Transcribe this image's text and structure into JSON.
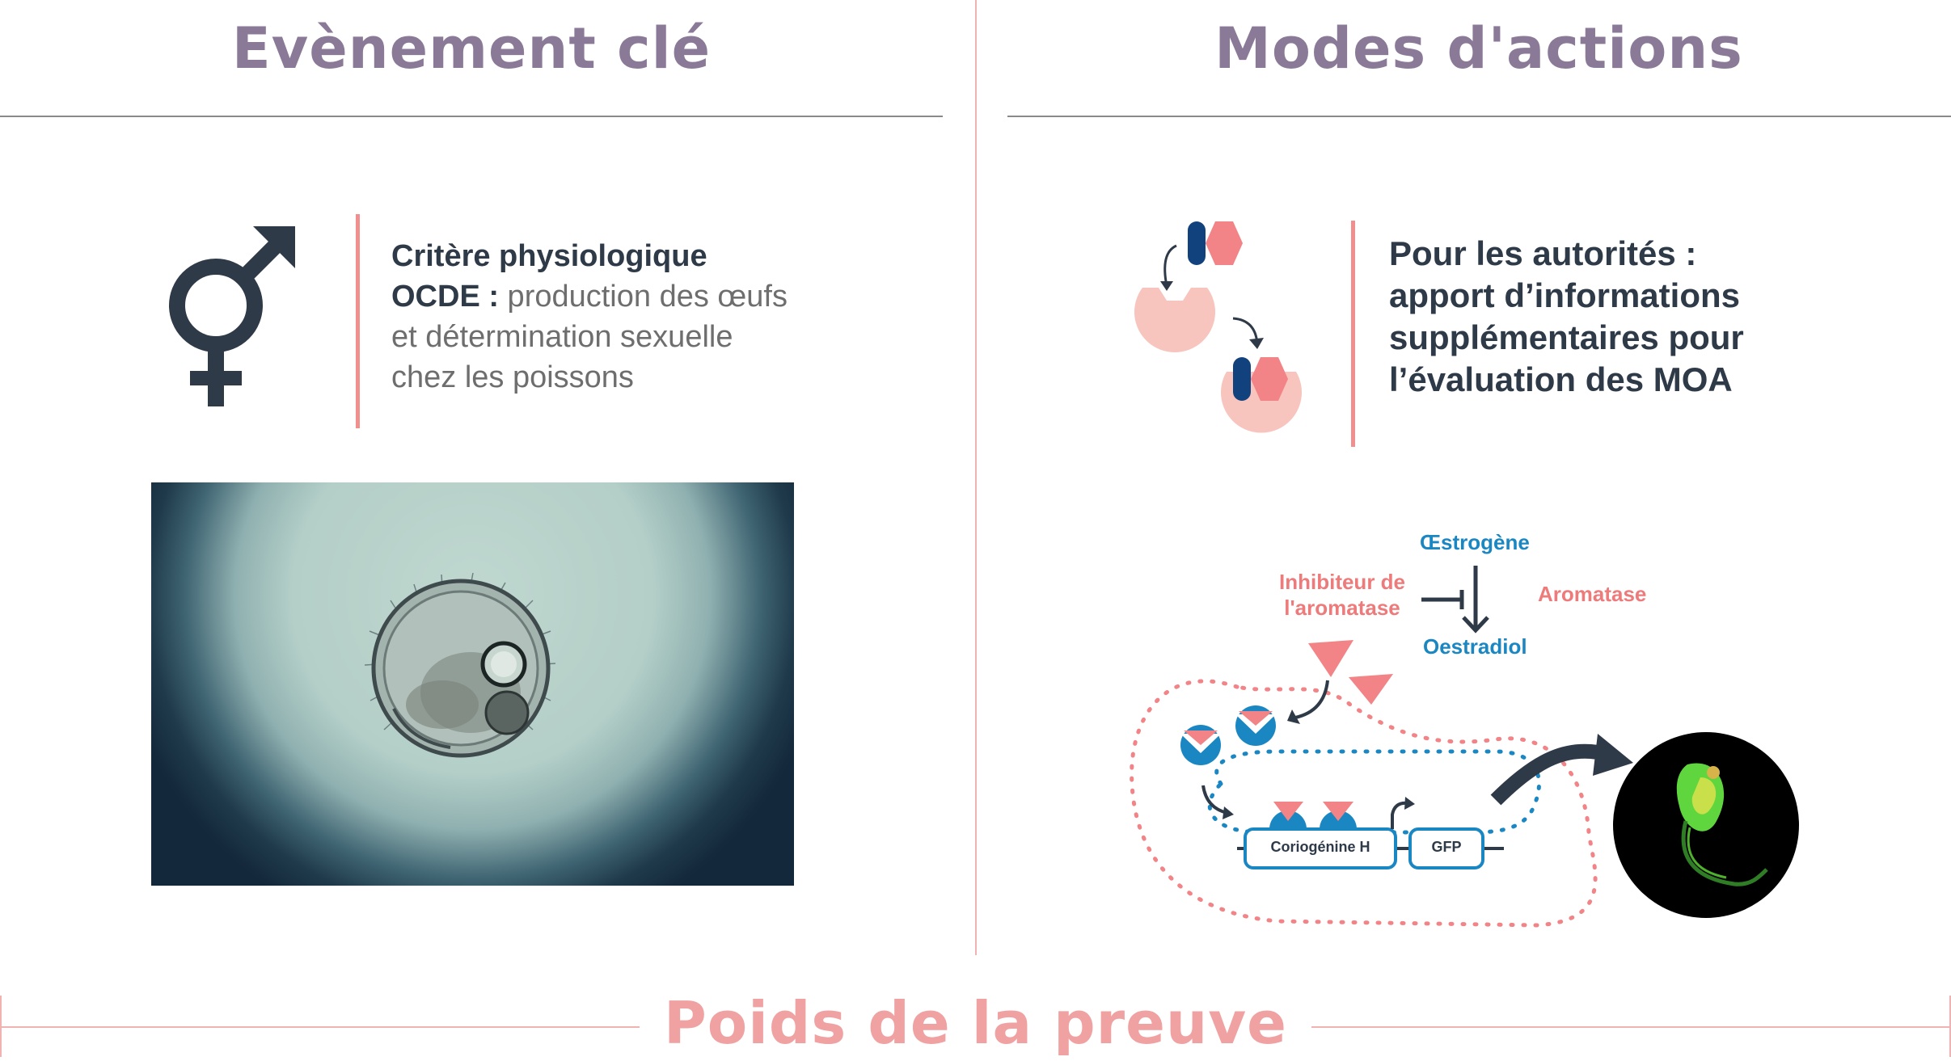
{
  "left": {
    "heading": "Evènement clé",
    "text_bold_1": "Critère physiologique",
    "text_bold_2": "OCDE :",
    "text_rest_1": " production des œufs",
    "text_rest_2": "et détermination sexuelle",
    "text_rest_3": "chez les poissons",
    "icon": "gender-male-female-icon"
  },
  "right": {
    "heading": "Modes d'actions",
    "text_1": "Pour les autorités :",
    "text_2": "apport d’informations",
    "text_3": "supplémentaires pour",
    "text_4": "l’évaluation des MOA",
    "icon": "receptor-binding-icon"
  },
  "diagram": {
    "oestrogene": "Œstrogène",
    "inhibiteur_1": "Inhibiteur de",
    "inhibiteur_2": "l'aromatase",
    "aromatase": "Aromatase",
    "oestradiol": "Oestradiol",
    "gene_1": "Coriogénine H",
    "gene_2": "GFP"
  },
  "footer": {
    "title": "Poids de la preuve"
  },
  "colors": {
    "heading": "#8a7a98",
    "pink": "#f18f8f",
    "blue": "#1a87c3",
    "dark": "#2e3a48"
  }
}
